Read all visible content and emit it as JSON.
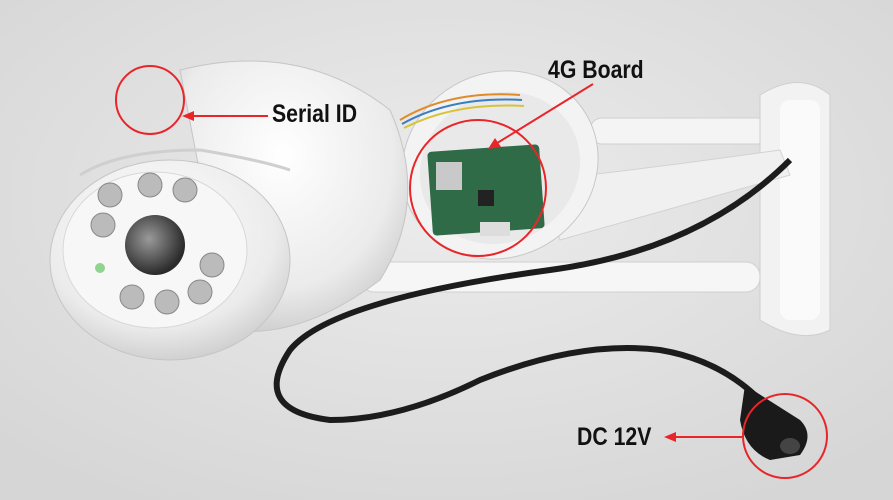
{
  "annotations": {
    "serial_id": "Serial ID",
    "board_4g": "4G Board",
    "dc_12v": "DC 12V"
  },
  "colors": {
    "annotation_red": "#e8262a",
    "background": "#e2e2e2"
  }
}
